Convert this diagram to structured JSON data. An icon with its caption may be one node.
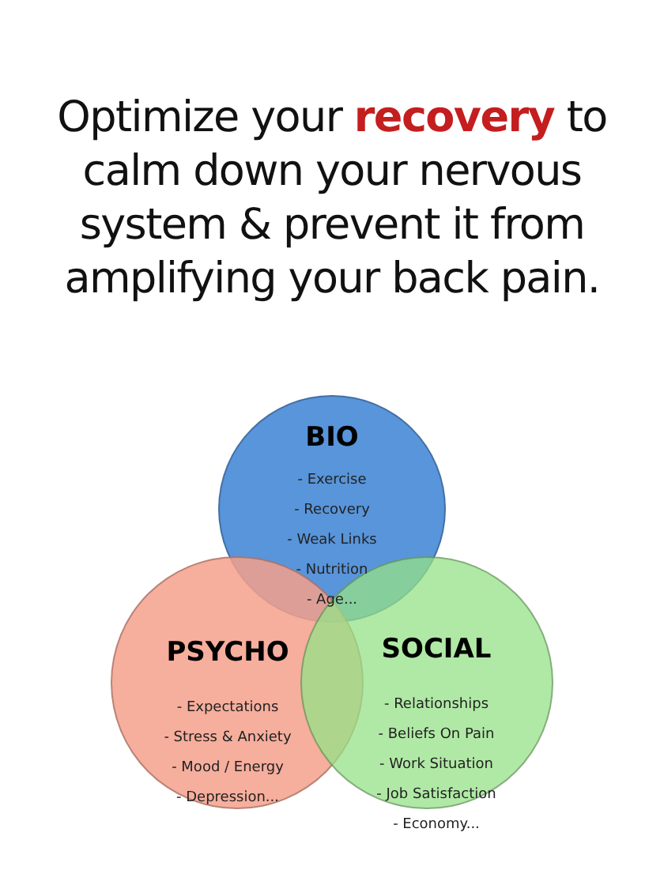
{
  "diagram": {
    "title": "Optimize your **recovery** to calm down your nervous system & prevent it from amplifying your back pain.",
    "nodes": [
      {
        "text": [
          "BIO",
          "- Exercise",
          "- Recovery",
          "- Weak Links",
          "- Nutrition",
          "- Age..."
        ]
      },
      {
        "text": [
          "PSYCHO",
          "- Expectations",
          "- Stress & Anxiety",
          "- Mood / Energy",
          "- Depression..."
        ]
      },
      {
        "text": [
          "SOCIAL",
          "- Relationships",
          "- Beliefs On Pain",
          "- Work Situation",
          "- Job Satisfaction",
          "- Economy..."
        ]
      }
    ],
    "edges": []
  }
}
